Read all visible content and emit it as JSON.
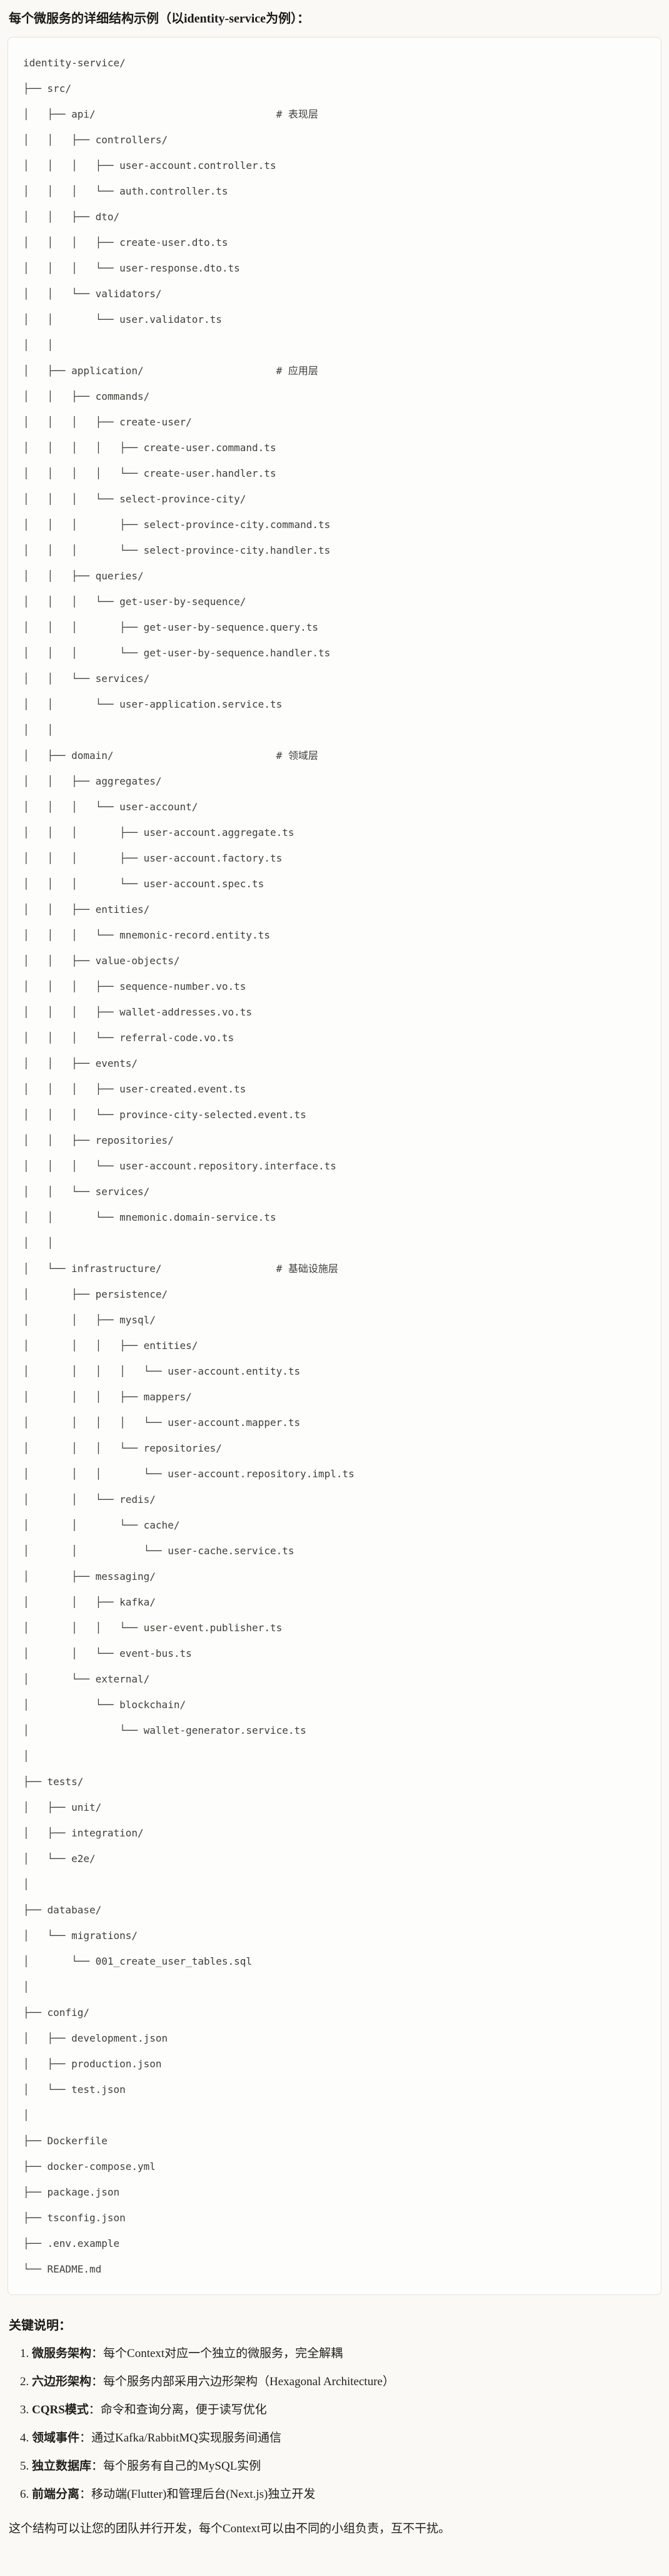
{
  "page": {
    "title": "每个微服务的详细结构示例（以identity-service为例）："
  },
  "tree": {
    "lines": [
      "identity-service/",
      "├── src/",
      "│   ├── api/                              # 表现层",
      "│   │   ├── controllers/",
      "│   │   │   ├── user-account.controller.ts",
      "│   │   │   └── auth.controller.ts",
      "│   │   ├── dto/",
      "│   │   │   ├── create-user.dto.ts",
      "│   │   │   └── user-response.dto.ts",
      "│   │   └── validators/",
      "│   │       └── user.validator.ts",
      "│   │",
      "│   ├── application/                      # 应用层",
      "│   │   ├── commands/",
      "│   │   │   ├── create-user/",
      "│   │   │   │   ├── create-user.command.ts",
      "│   │   │   │   └── create-user.handler.ts",
      "│   │   │   └── select-province-city/",
      "│   │   │       ├── select-province-city.command.ts",
      "│   │   │       └── select-province-city.handler.ts",
      "│   │   ├── queries/",
      "│   │   │   └── get-user-by-sequence/",
      "│   │   │       ├── get-user-by-sequence.query.ts",
      "│   │   │       └── get-user-by-sequence.handler.ts",
      "│   │   └── services/",
      "│   │       └── user-application.service.ts",
      "│   │",
      "│   ├── domain/                           # 领域层",
      "│   │   ├── aggregates/",
      "│   │   │   └── user-account/",
      "│   │   │       ├── user-account.aggregate.ts",
      "│   │   │       ├── user-account.factory.ts",
      "│   │   │       └── user-account.spec.ts",
      "│   │   ├── entities/",
      "│   │   │   └── mnemonic-record.entity.ts",
      "│   │   ├── value-objects/",
      "│   │   │   ├── sequence-number.vo.ts",
      "│   │   │   ├── wallet-addresses.vo.ts",
      "│   │   │   └── referral-code.vo.ts",
      "│   │   ├── events/",
      "│   │   │   ├── user-created.event.ts",
      "│   │   │   └── province-city-selected.event.ts",
      "│   │   ├── repositories/",
      "│   │   │   └── user-account.repository.interface.ts",
      "│   │   └── services/",
      "│   │       └── mnemonic.domain-service.ts",
      "│   │",
      "│   └── infrastructure/                   # 基础设施层",
      "│       ├── persistence/",
      "│       │   ├── mysql/",
      "│       │   │   ├── entities/",
      "│       │   │   │   └── user-account.entity.ts",
      "│       │   │   ├── mappers/",
      "│       │   │   │   └── user-account.mapper.ts",
      "│       │   │   └── repositories/",
      "│       │   │       └── user-account.repository.impl.ts",
      "│       │   └── redis/",
      "│       │       └── cache/",
      "│       │           └── user-cache.service.ts",
      "│       ├── messaging/",
      "│       │   ├── kafka/",
      "│       │   │   └── user-event.publisher.ts",
      "│       │   └── event-bus.ts",
      "│       └── external/",
      "│           └── blockchain/",
      "│               └── wallet-generator.service.ts",
      "│",
      "├── tests/",
      "│   ├── unit/",
      "│   ├── integration/",
      "│   └── e2e/",
      "│",
      "├── database/",
      "│   └── migrations/",
      "│       └── 001_create_user_tables.sql",
      "│",
      "├── config/",
      "│   ├── development.json",
      "│   ├── production.json",
      "│   └── test.json",
      "│",
      "├── Dockerfile",
      "├── docker-compose.yml",
      "├── package.json",
      "├── tsconfig.json",
      "├── .env.example",
      "└── README.md"
    ]
  },
  "notes": {
    "heading": "关键说明：",
    "items": [
      {
        "num": "1. ",
        "term": "微服务架构",
        "rest": "：每个Context对应一个独立的微服务，完全解耦"
      },
      {
        "num": "2. ",
        "term": "六边形架构",
        "rest": "：每个服务内部采用六边形架构（Hexagonal Architecture）"
      },
      {
        "num": "3. ",
        "term": "CQRS模式",
        "rest": "：命令和查询分离，便于读写优化"
      },
      {
        "num": "4. ",
        "term": "领域事件",
        "rest": "：通过Kafka/RabbitMQ实现服务间通信"
      },
      {
        "num": "5. ",
        "term": "独立数据库",
        "rest": "：每个服务有自己的MySQL实例"
      },
      {
        "num": "6. ",
        "term": "前端分离",
        "rest": "：移动端(Flutter)和管理后台(Next.js)独立开发"
      }
    ],
    "closing": "这个结构可以让您的团队并行开发，每个Context可以由不同的小组负责，互不干扰。"
  },
  "colors": {
    "page_bg": "#FAF9F5",
    "code_bg": "#FDFDFB",
    "code_border": "#E5E2D9",
    "code_text": "#3F3E39",
    "body_text": "#211F1C"
  }
}
